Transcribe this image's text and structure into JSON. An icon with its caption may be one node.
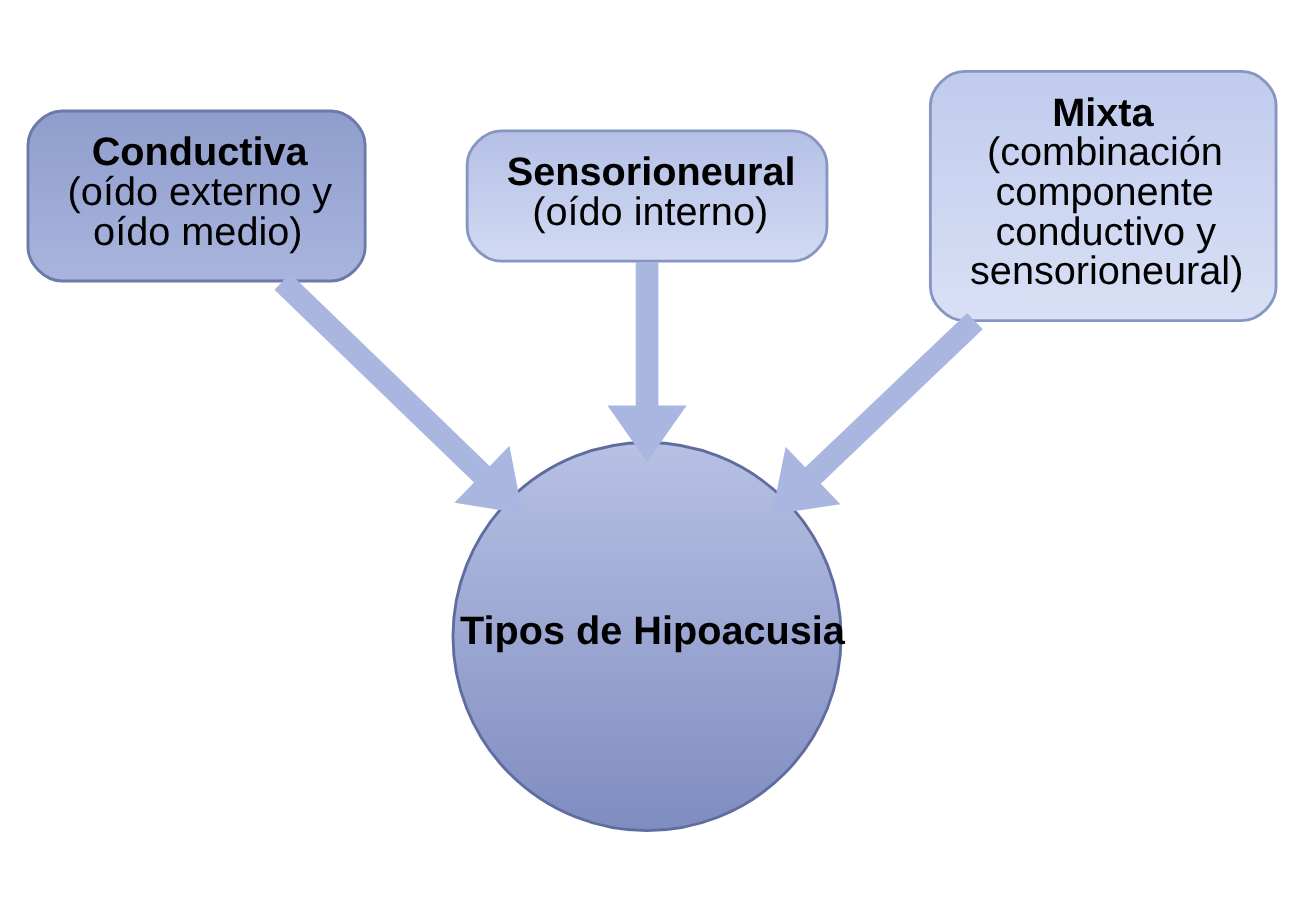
{
  "diagram": {
    "nodes": [
      {
        "text": [
          "Conductiva",
          "(oído externo y oído medio)"
        ]
      },
      {
        "text": [
          "Sensorioneural",
          "(oído interno)"
        ]
      },
      {
        "text": [
          "Mixta",
          "(combinación componente conductivo y sensorioneural)"
        ]
      },
      {
        "text": [
          "Tipos de Hipoacusia"
        ]
      }
    ],
    "edges": [
      {
        "from": 0,
        "to": 3,
        "arrow": "to"
      },
      {
        "from": 1,
        "to": 3,
        "arrow": "to"
      },
      {
        "from": 2,
        "to": 3,
        "arrow": "to"
      }
    ]
  }
}
